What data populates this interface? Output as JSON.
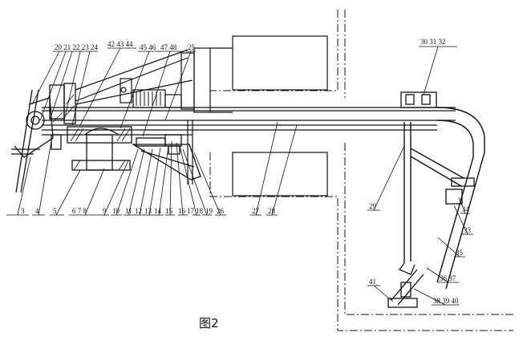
{
  "caption": "图2",
  "labels": {
    "l20_24": "20 21 22 23 24",
    "l42_44": "42 43 44",
    "l45_46": "45 46",
    "l47_48": "47 48",
    "l25": "25",
    "l30_32": "30 31 32",
    "l3": "3",
    "l4": "4",
    "l5": "5",
    "l6_8": "6 7 8",
    "l9": "9",
    "l10": "10",
    "l11": "11",
    "l12": "12",
    "l13": "13",
    "l14": "14",
    "l15": "15",
    "l16": "16",
    "l17": "17",
    "l18": "18",
    "l19": "19",
    "l26": "26",
    "l27": "27",
    "l28": "28",
    "l29": "29",
    "l34": "34",
    "l33": "33",
    "l35": "35",
    "l36_37": "36 37",
    "l41": "41",
    "l38_40": "38 39 40"
  },
  "line_color": "#111111"
}
